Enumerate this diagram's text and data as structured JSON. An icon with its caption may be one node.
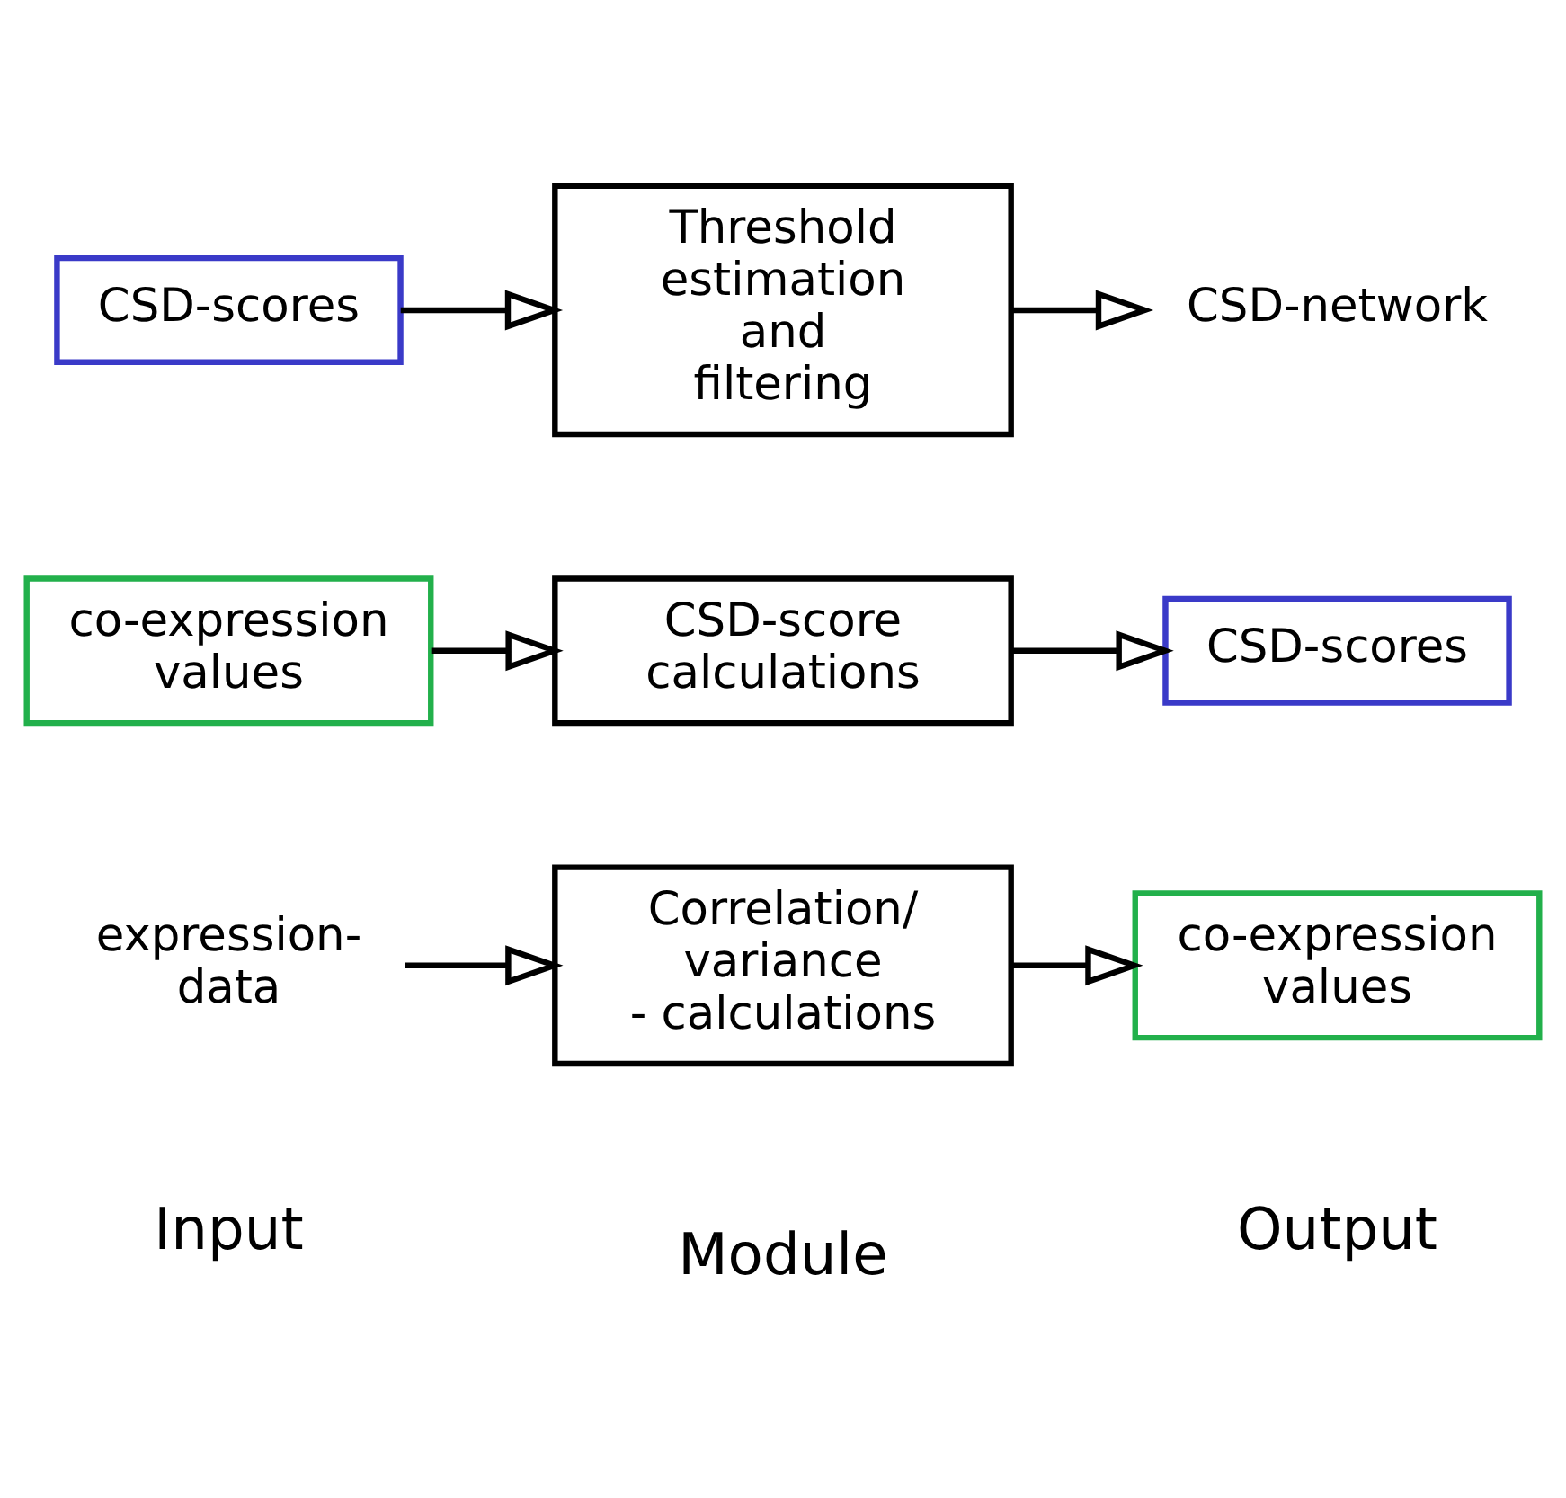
{
  "diagram": {
    "nodes": [
      {
        "text": [
          "expression- data"
        ]
      },
      {
        "text": [
          "Correlation/ variance - calculations"
        ]
      },
      {
        "text": [
          "co-expression values"
        ]
      },
      {
        "text": [
          "co-expression values"
        ]
      },
      {
        "text": [
          "CSD-score calculations"
        ]
      },
      {
        "text": [
          "CSD-scores"
        ]
      },
      {
        "text": [
          "CSD-scores"
        ]
      },
      {
        "text": [
          "Threshold estimation and filtering"
        ]
      },
      {
        "text": [
          "CSD-network"
        ]
      }
    ],
    "edges": [
      {
        "from": 0,
        "to": 1,
        "arrow": "to"
      },
      {
        "from": 1,
        "to": 2,
        "arrow": "to"
      },
      {
        "from": 3,
        "to": 4,
        "arrow": "to"
      },
      {
        "from": 4,
        "to": 5,
        "arrow": "to"
      },
      {
        "from": 6,
        "to": 7,
        "arrow": "to"
      },
      {
        "from": 7,
        "to": 8,
        "arrow": "to"
      }
    ],
    "labels": [
      "Input",
      "Module",
      "Output"
    ]
  }
}
